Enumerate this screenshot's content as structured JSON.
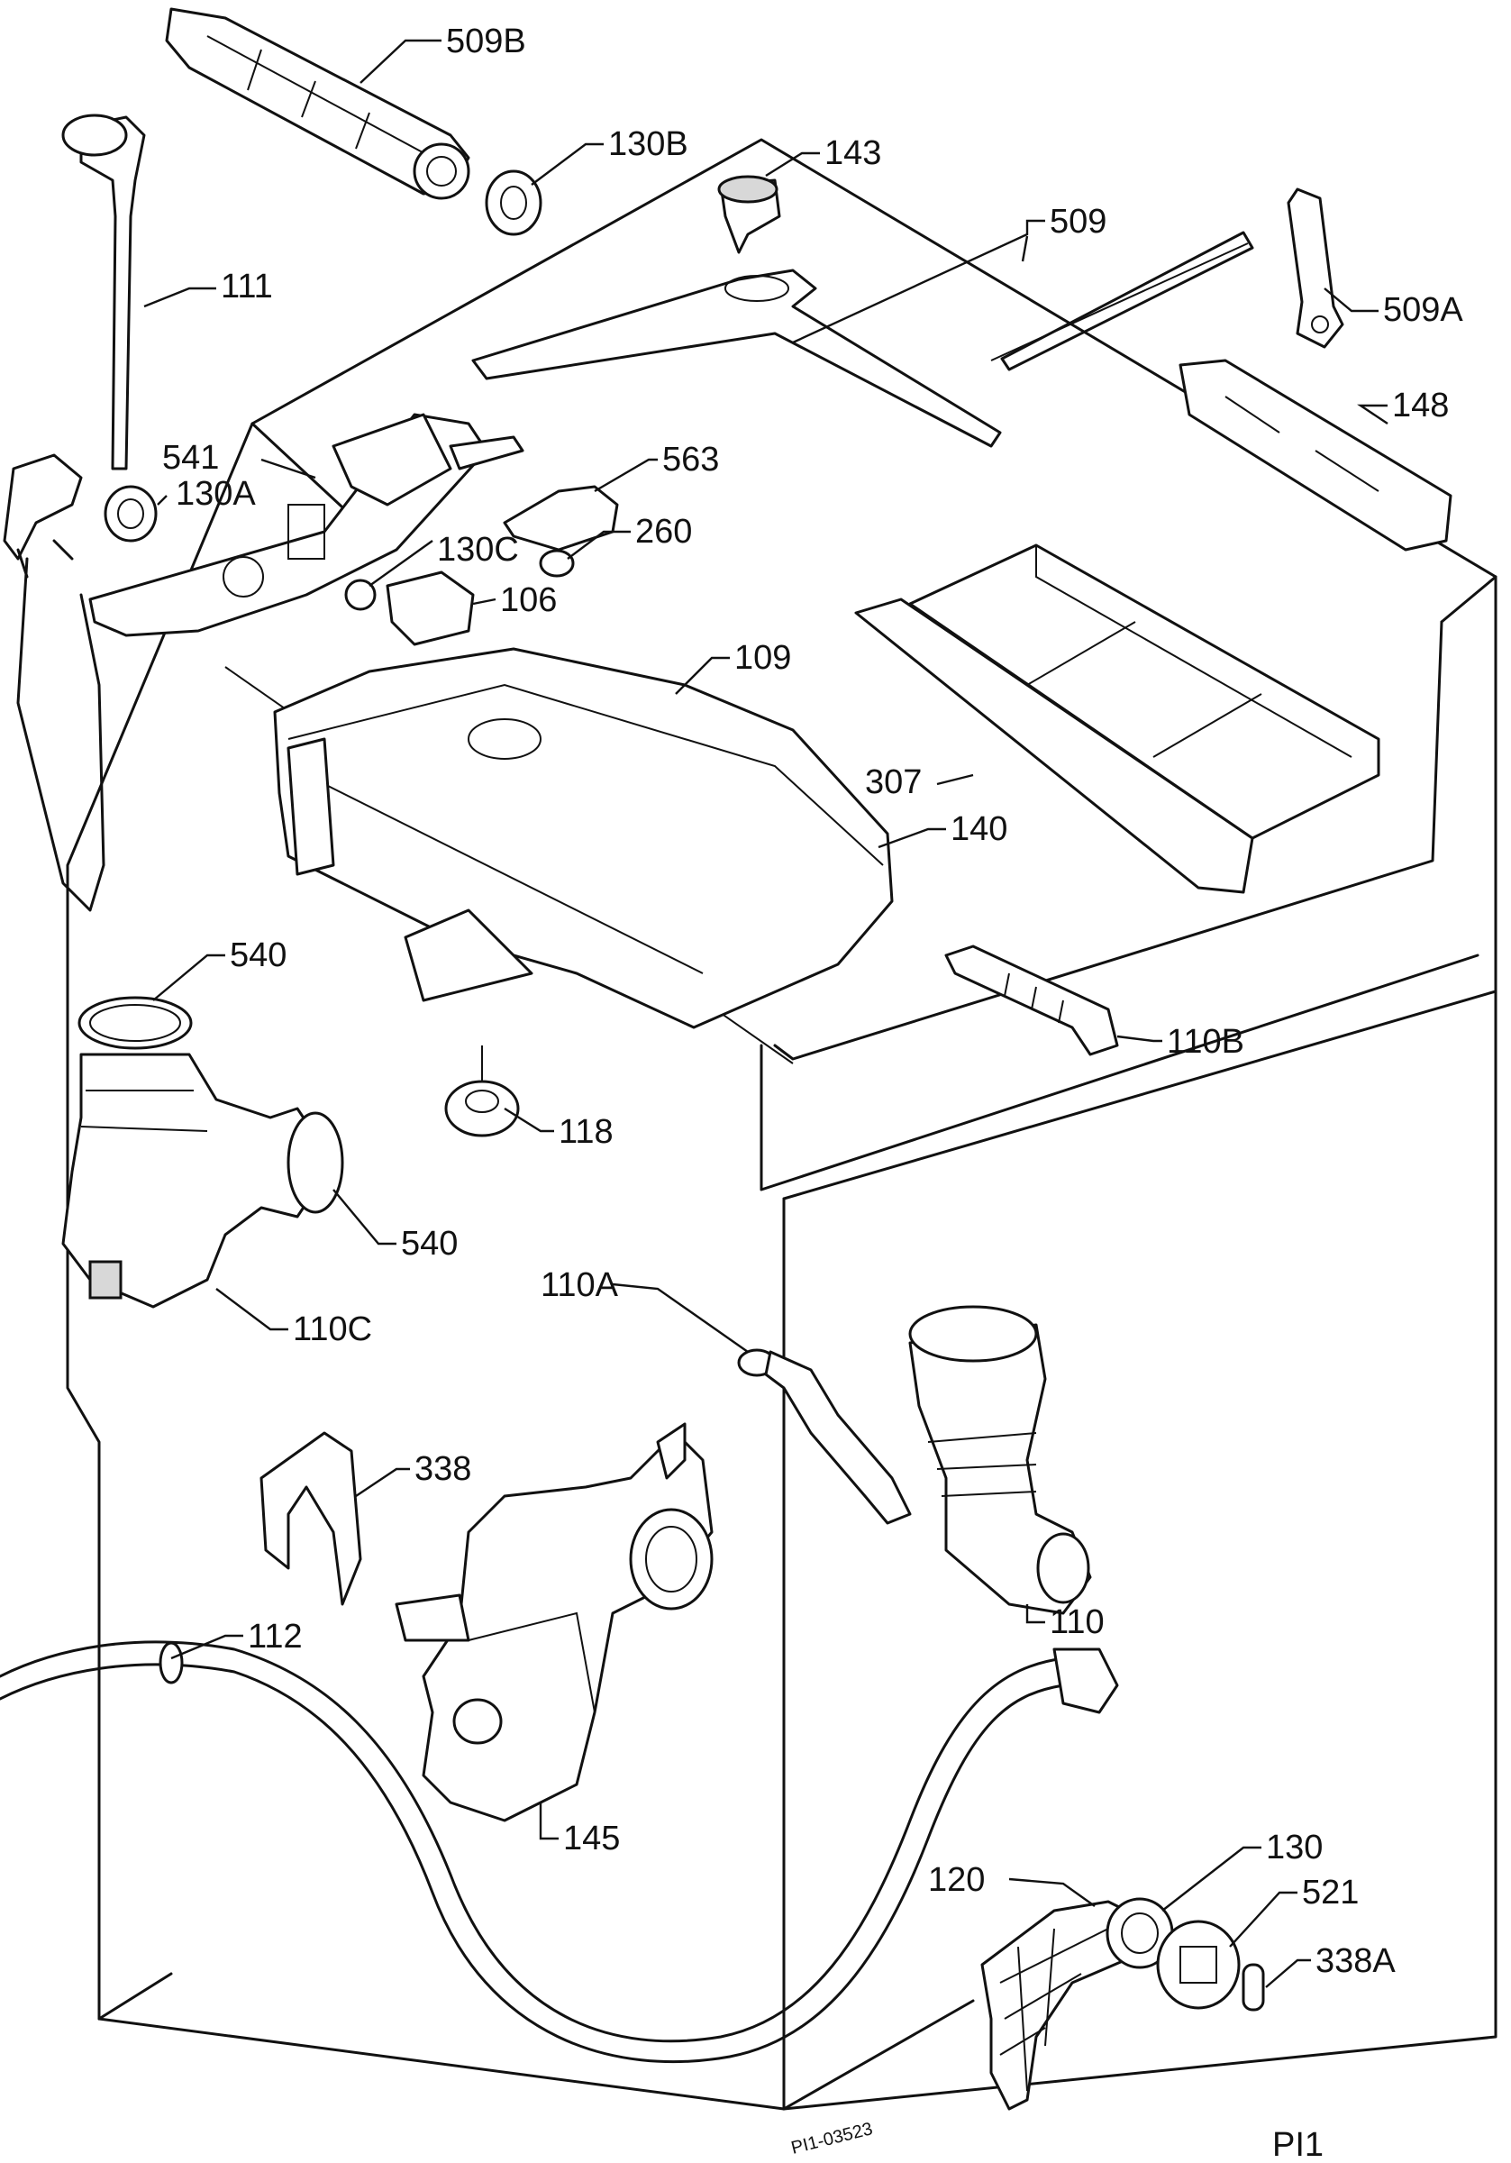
{
  "diagram": {
    "plate_code": "PI1",
    "drawing_number": "PI1-03523",
    "labels": {
      "p509b": "509B",
      "p130b": "130B",
      "p143": "143",
      "p509": "509",
      "p111": "111",
      "p509a": "509A",
      "p148": "148",
      "p541": "541",
      "p563": "563",
      "p130a": "130A",
      "p260": "260",
      "p130c": "130C",
      "p106": "106",
      "p109": "109",
      "p307": "307",
      "p140": "140",
      "p540_top": "540",
      "p110b": "110B",
      "p118": "118",
      "p540_bottom": "540",
      "p110c": "110C",
      "p110a": "110A",
      "p338": "338",
      "p110": "110",
      "p112": "112",
      "p145": "145",
      "p130": "130",
      "p120": "120",
      "p521": "521",
      "p338a": "338A"
    }
  }
}
